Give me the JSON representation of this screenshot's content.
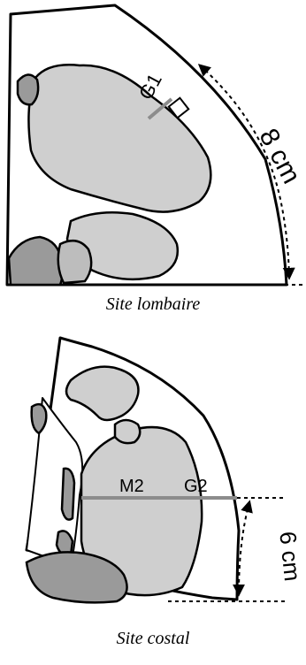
{
  "top_panel": {
    "marker": "G1",
    "distance": "8 cm",
    "caption": "Site lombaire"
  },
  "bottom_panel": {
    "marker_left": "M2",
    "marker_right": "G2",
    "distance": "6 cm",
    "caption": "Site costal"
  },
  "colors": {
    "outline": "#000000",
    "organ_light": "#cfcfcf",
    "organ_dark": "#9a9a9a",
    "measure_line": "#8c8c8c"
  }
}
